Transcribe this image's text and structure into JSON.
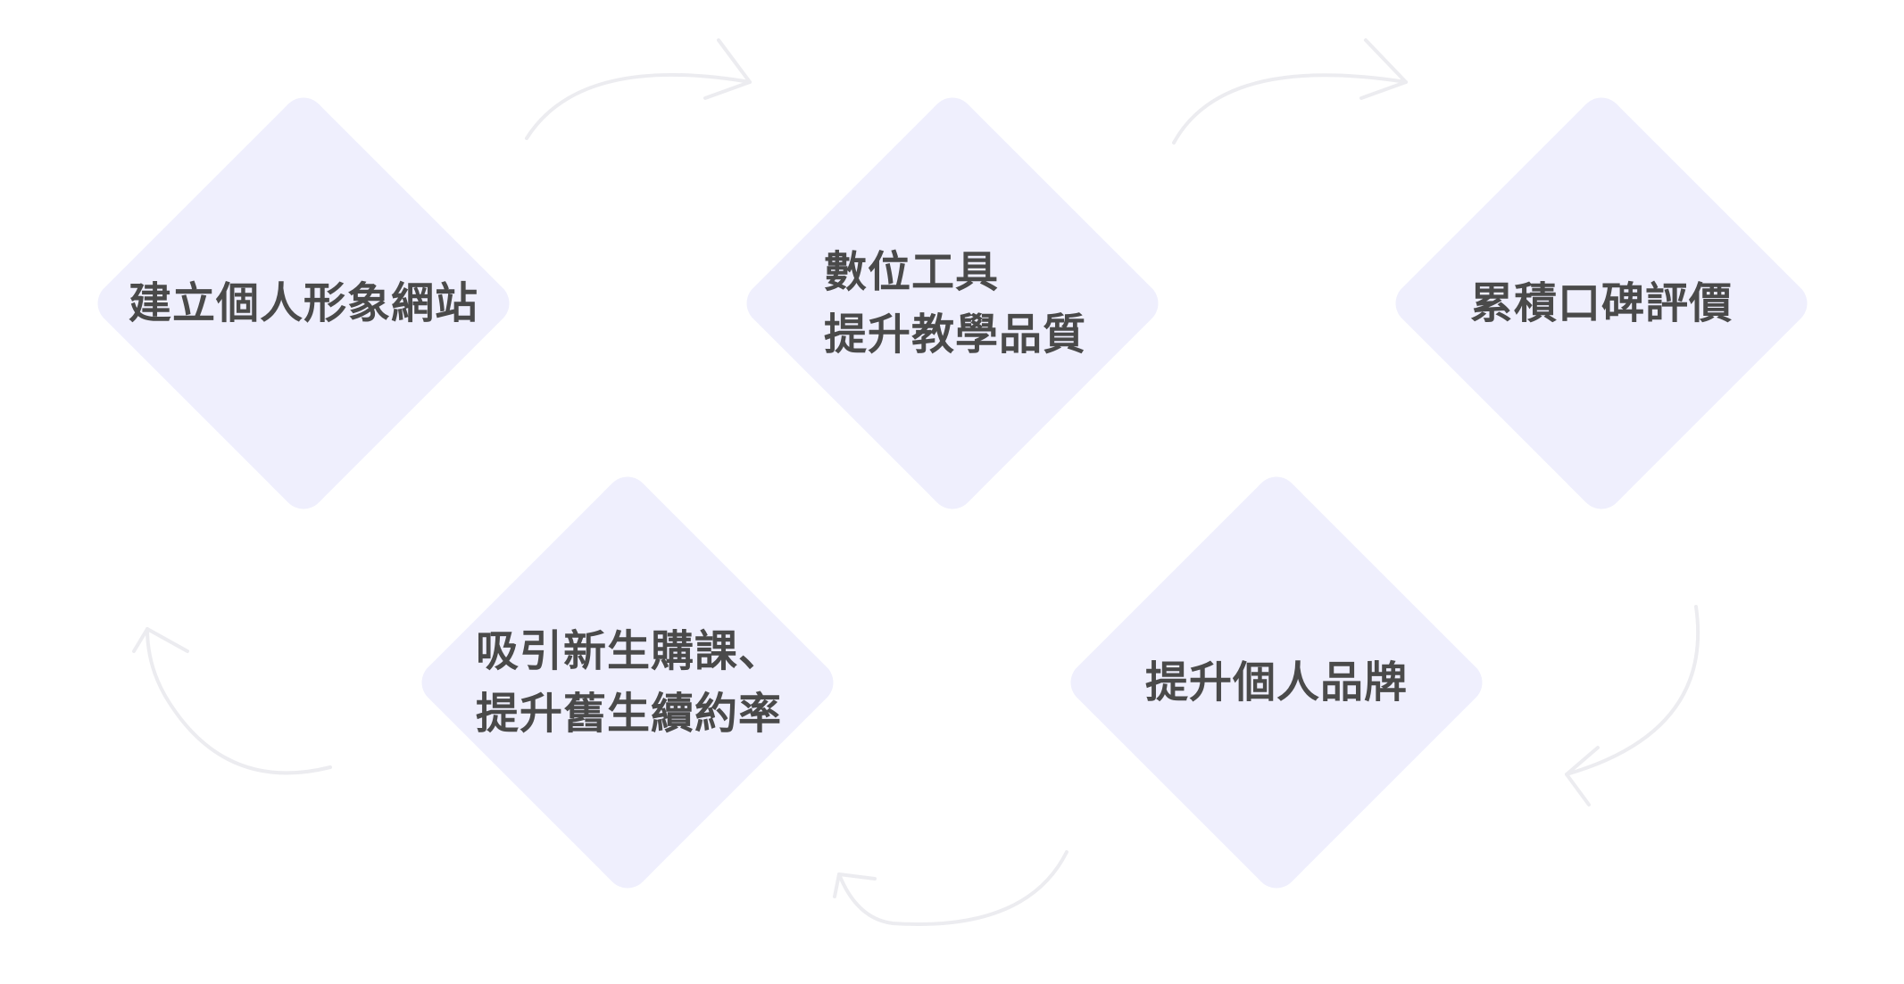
{
  "diagram": {
    "nodes": [
      {
        "id": "n1",
        "lines": [
          "建立個人形象網站"
        ]
      },
      {
        "id": "n2",
        "lines": [
          "數位工具",
          "提升教學品質"
        ]
      },
      {
        "id": "n3",
        "lines": [
          "累積口碑評價"
        ]
      },
      {
        "id": "n4",
        "lines": [
          "提升個人品牌"
        ]
      },
      {
        "id": "n5",
        "lines": [
          "吸引新生購課、",
          "提升舊生續約率"
        ]
      }
    ],
    "edges": [
      {
        "from": "n1",
        "to": "n2"
      },
      {
        "from": "n2",
        "to": "n3"
      },
      {
        "from": "n3",
        "to": "n4"
      },
      {
        "from": "n4",
        "to": "n5"
      },
      {
        "from": "n5",
        "to": "n1"
      }
    ],
    "colors": {
      "node_fill": "#efeffd",
      "text": "#4a4a4a",
      "arrow": "#ececf0",
      "background": "#ffffff"
    }
  }
}
